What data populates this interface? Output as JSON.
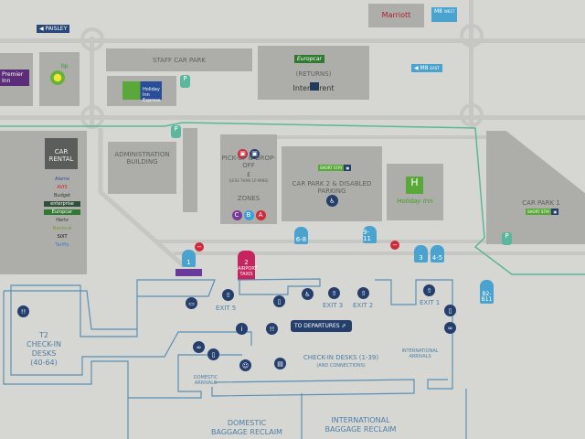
{
  "signs": {
    "paisley": "PAISLEY",
    "m8_west": "M8",
    "m8_west_sub": "WEST",
    "m8_east": "M8",
    "m8_east_sub": "EAST"
  },
  "buildings": {
    "premier_inn": "Premier Inn",
    "bp": "bp",
    "staff_car_park": "STAFF CAR PARK",
    "holiday_inn_express": "Holiday Inn Express",
    "europcar": "Europcar",
    "returns": "(RETURNS)",
    "interrent_a": "Inter",
    "interrent_b": "rent",
    "marriott": "Marriott",
    "car_rental": "CAR RENTAL",
    "admin": "ADMINISTRATION BUILDING",
    "pickup": "PICK-UP & DROP-OFF",
    "pickup_price": "£",
    "pickup_note": "(LESS THAN 10 MINS)",
    "zones": "ZONES",
    "zone_letters": [
      "C",
      "B",
      "A"
    ],
    "car_park_2": "CAR PARK 2 & DISABLED PARKING",
    "holiday_inn": "Holiday Inn",
    "car_park_1": "CAR PARK 1",
    "short_stay": "SHORT STAY",
    "airport_taxis": "AIRPORT TAXIS",
    "taxi_num": "2"
  },
  "rental_brands": [
    "Alamo",
    "AVIS",
    "Budget",
    "enterprise",
    "Europcar",
    "Hertz",
    "National",
    "SIXT",
    "Tariffy"
  ],
  "bus_stops": [
    "1",
    "6-8",
    "9-11",
    "3",
    "4-5",
    "B2-B11"
  ],
  "terminal": {
    "t2": "T2 CHECK-IN DESKS (40-64)",
    "checkin": "CHECK-IN DESKS (1-39)",
    "connections": "(AND CONNECTIONS)",
    "to_departures": "TO DEPARTURES",
    "dom_arr": "DOMESTIC ARRIVALS",
    "int_arr": "INTERNATIONAL ARRIVALS",
    "dom_reclaim": "DOMESTIC BAGGAGE RECLAIM",
    "int_reclaim": "INTERNATIONAL BAGGAGE RECLAIM",
    "exits": [
      "EXIT 5",
      "EXIT 3",
      "EXIT 2",
      "EXIT 1"
    ]
  },
  "colors": {
    "icon": "#253f6d",
    "bus": "#4aa3cf",
    "parking": "#5bb79b",
    "taxi": "#c5245e"
  }
}
